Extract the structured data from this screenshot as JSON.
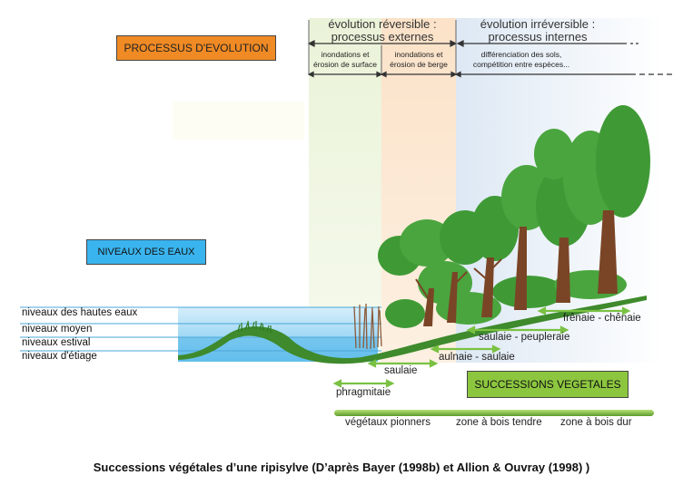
{
  "header": {
    "reversible": "évolution réversible :\nprocessus externes",
    "irreversible": "évolution irréversible :\nprocessus internes",
    "sub_reversible_1": "inondations et\nérosion de surface",
    "sub_reversible_2": "inondations et\nérosion de berge",
    "sub_irreversible": "différenciation des sols,\ncompétition entre espèces..."
  },
  "boxes": {
    "processus": "PROCESSUS D'EVOLUTION",
    "niveaux": "NIVEAUX DES EAUX",
    "successions": "SUCCESSIONS VEGETALES"
  },
  "water_levels": [
    "niveaux des hautes eaux",
    "niveaux moyen",
    "niveaux estival",
    "niveaux d'étiage"
  ],
  "vegetation": {
    "frenaie": "frênaie - chênaie",
    "saulaie_peupleraie": "saulaie - peupleraie",
    "aulnaie": "aulnaie - saulaie",
    "saulaie": "saulaie",
    "phragmitaie": "phragmitaie"
  },
  "zones": {
    "pionniers": "végétaux pionners",
    "bois_tendre": "zone à bois tendre",
    "bois_dur": "zone à bois dur"
  },
  "caption": "Successions végétales d’une ripisylve (D’après Bayer (1998b) et Allion & Ouvray (1998)  )",
  "colors": {
    "orange_box": "#f08a24",
    "blue_box": "#3ab4ee",
    "green_box": "#8cc63f",
    "water": "#8ed4f4",
    "bank": "#3e8a2c",
    "tree": "#3f9a36",
    "trunk": "#7a4526"
  }
}
